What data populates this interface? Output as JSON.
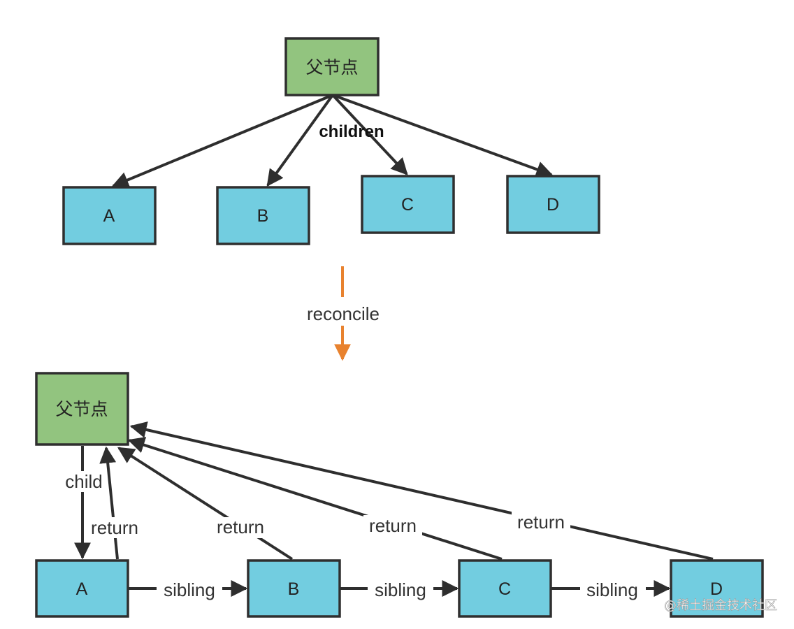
{
  "top_tree": {
    "parent_label": "父节点",
    "children_label": "children",
    "nodes": [
      "A",
      "B",
      "C",
      "D"
    ]
  },
  "transition": {
    "label": "reconcile",
    "color": "#e8822f"
  },
  "bottom_tree": {
    "parent_label": "父节点",
    "child_label": "child",
    "return_labels": [
      "return",
      "return",
      "return",
      "return"
    ],
    "sibling_labels": [
      "sibling",
      "sibling",
      "sibling"
    ],
    "nodes": [
      "A",
      "B",
      "C",
      "D"
    ]
  },
  "colors": {
    "parent_fill": "#92c47f",
    "child_fill": "#72cde0",
    "stroke": "#2f2f2f"
  },
  "watermark": "@稀土掘金技术社区"
}
